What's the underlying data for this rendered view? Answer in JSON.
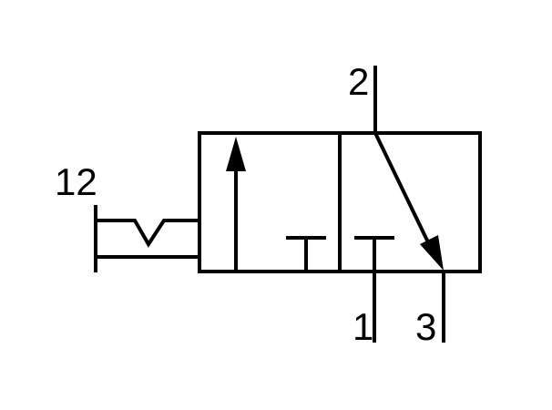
{
  "diagram": {
    "ports": {
      "working": "2",
      "supply": "1",
      "exhaust": "3",
      "pilot": "12"
    }
  }
}
